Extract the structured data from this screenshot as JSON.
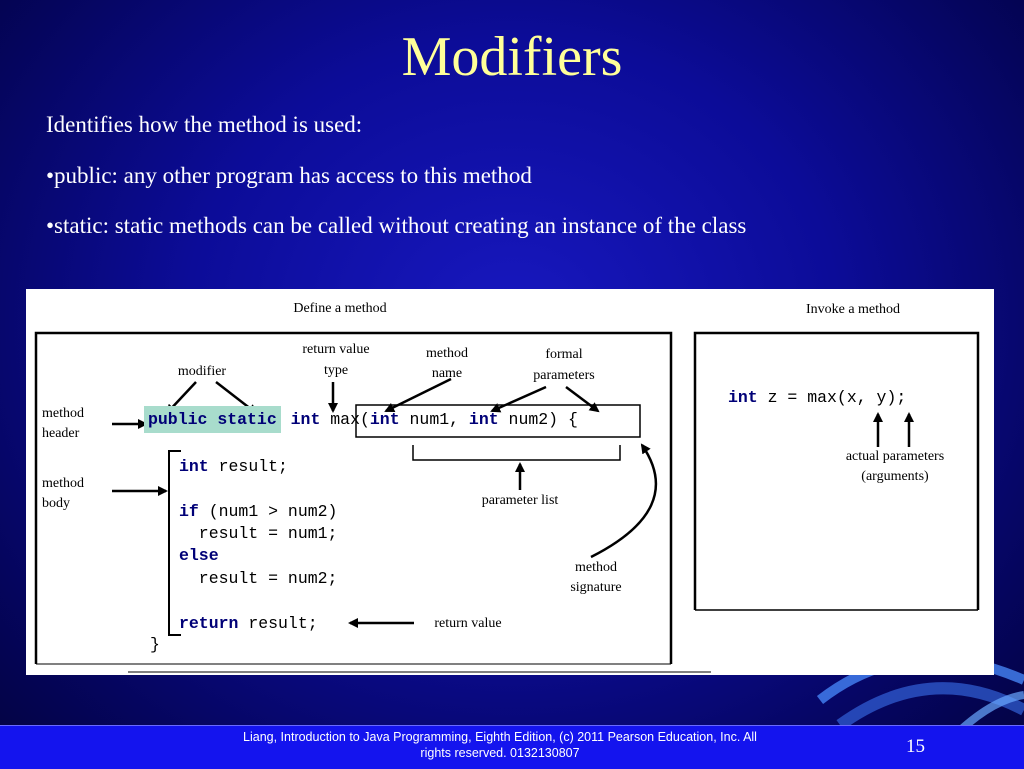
{
  "slide": {
    "title": "Modifiers",
    "lines": [
      "Identifies how the method is used:",
      "•public: any other program has access to this method",
      "•static: static methods can be called without creating an instance of the class"
    ]
  },
  "diagram": {
    "define_title": "Define a method",
    "invoke_title": "Invoke a method",
    "labels": {
      "modifier": "modifier",
      "return_value_type_1": "return value",
      "return_value_type_2": "type",
      "method_name_1": "method",
      "method_name_2": "name",
      "formal_parameters_1": "formal",
      "formal_parameters_2": "parameters",
      "method_header_1": "method",
      "method_header_2": "header",
      "method_body_1": "method",
      "method_body_2": "body",
      "parameter_list": "parameter list",
      "method_signature_1": "method",
      "method_signature_2": "signature",
      "return_value": "return value",
      "actual_parameters_1": "actual parameters",
      "actual_parameters_2": "(arguments)"
    },
    "code": {
      "kw_public": "public",
      "kw_static": "static",
      "kw_int": "int",
      "max_open": "max(",
      "kw_int_p1": "int",
      "p1": " num1, ",
      "kw_int_p2": "int",
      "p2": " num2)",
      "open_brace": "{",
      "kw_int_result": "int",
      "result_decl": " result;",
      "kw_if": "if",
      "if_cond": " (num1 > num2)",
      "assign1": "  result = num1;",
      "kw_else": "else",
      "assign2": "  result = num2;",
      "kw_return": "return",
      "return_rest": " result;",
      "close_brace": "}",
      "kw_int_invoke": "int",
      "invoke_rest": " z = max(x, y);"
    }
  },
  "footer": {
    "citation_1": "Liang, Introduction to Java Programming, Eighth Edition, (c) 2011 Pearson Education, Inc. All",
    "citation_2": "rights reserved. 0132130807",
    "page_number": "15"
  }
}
